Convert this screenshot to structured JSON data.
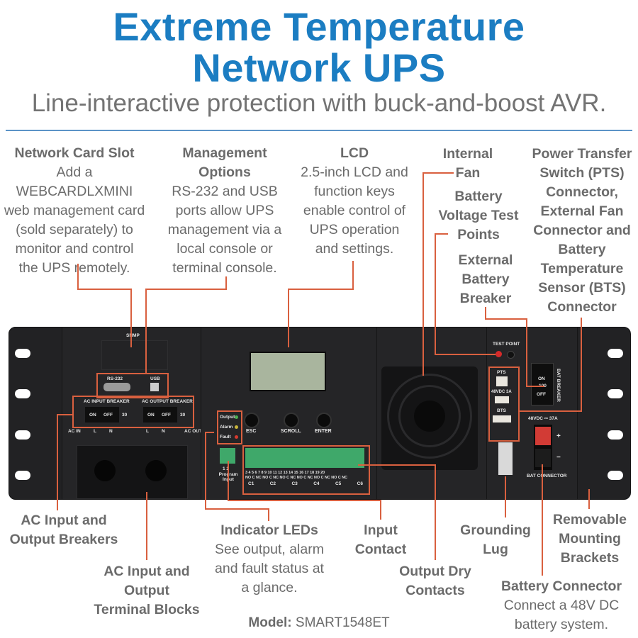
{
  "header": {
    "title_line1": "Extreme Temperature",
    "title_line2": "Network UPS",
    "subtitle": "Line-interactive protection with buck-and-boost AVR."
  },
  "colors": {
    "title": "#1b7dc2",
    "text": "#6b6b6b",
    "leader_line": "#d9603f",
    "chassis": "#1f1f21",
    "rule": "#5b93c7"
  },
  "callouts": {
    "network_card": {
      "title": "Network Card Slot",
      "lines": [
        "Add a WEBCARDLXMINI",
        "web management card",
        "(sold separately) to",
        "monitor and control",
        "the UPS remotely."
      ]
    },
    "management": {
      "title_lines": [
        "Management",
        "Options"
      ],
      "lines": [
        "RS-232 and USB",
        "ports allow UPS",
        "management via a",
        "local console or",
        "terminal console."
      ]
    },
    "lcd": {
      "title": "LCD",
      "lines": [
        "2.5-inch LCD and",
        "function keys",
        "enable control of",
        "UPS operation",
        "and settings."
      ]
    },
    "internal_fan": {
      "title_lines": [
        "Internal",
        "Fan"
      ]
    },
    "test_points": {
      "title_lines": [
        "Battery",
        "Voltage Test",
        "Points"
      ]
    },
    "ext_breaker": {
      "title_lines": [
        "External",
        "Battery",
        "Breaker"
      ]
    },
    "pts": {
      "title_lines": [
        "Power Transfer",
        "Switch (PTS)",
        "Connector,",
        "External Fan",
        "Connector and",
        "Battery",
        "Temperature",
        "Sensor (BTS)",
        "Connector"
      ]
    },
    "ac_breakers": {
      "title_lines": [
        "AC Input and",
        "Output Breakers"
      ]
    },
    "ac_terminals": {
      "title_lines": [
        "AC Input and",
        "Output",
        "Terminal Blocks"
      ]
    },
    "leds": {
      "title": "Indicator LEDs",
      "lines": [
        "See output, alarm",
        "and fault status at",
        "a glance."
      ]
    },
    "input_contact": {
      "title_lines": [
        "Input",
        "Contact"
      ]
    },
    "dry_contacts": {
      "title_lines": [
        "Output Dry",
        "Contacts"
      ]
    },
    "grounding": {
      "title_lines": [
        "Grounding",
        "Lug"
      ]
    },
    "brackets": {
      "title_lines": [
        "Removable",
        "Mounting",
        "Brackets"
      ]
    },
    "battery_connector": {
      "title": "Battery Connector",
      "lines": [
        "Connect a 48V DC",
        "battery system."
      ]
    }
  },
  "device_labels": {
    "snmp": "SNMP",
    "rs232": "RS-232",
    "usb": "USB",
    "ac_input_breaker": "AC INPUT BREAKER",
    "ac_output_breaker": "AC OUTPUT BREAKER",
    "on": "ON",
    "off": "OFF",
    "rating_30": "30",
    "ac_in": "AC IN",
    "ac_out": "AC OUT",
    "terminal_l": "L",
    "terminal_n": "N",
    "led_output": "Output",
    "led_alarm": "Alarm",
    "led_fault": "Fault",
    "key_esc": "ESC",
    "key_scroll": "SCROLL",
    "key_enter": "ENTER",
    "program_input_nums": "1  2",
    "program_input": "Program Input",
    "contact_nums": "3 4 5 6 7 8 9 10 11 12 13 14 15 16 17 18 19 20",
    "contact_types": "NO C NC NO C NC NO C NC NO C NC NO C NC NO C NC",
    "contact_groups": [
      "C1",
      "C2",
      "C3",
      "C4",
      "C5",
      "C6"
    ],
    "test_point": "TEST POINT",
    "pts": "PTS",
    "fan_48vdc": "48VDC 3A",
    "bts": "BTS",
    "bat_breaker": "BAT BREAKER",
    "breaker_rating": "100",
    "bat_rating": "48VDC ⎓ 37A",
    "bat_connector": "BAT CONNECTOR",
    "plus": "+",
    "minus": "−"
  },
  "footer": {
    "model_label": "Model:",
    "model_value": "SMART1548ET"
  }
}
